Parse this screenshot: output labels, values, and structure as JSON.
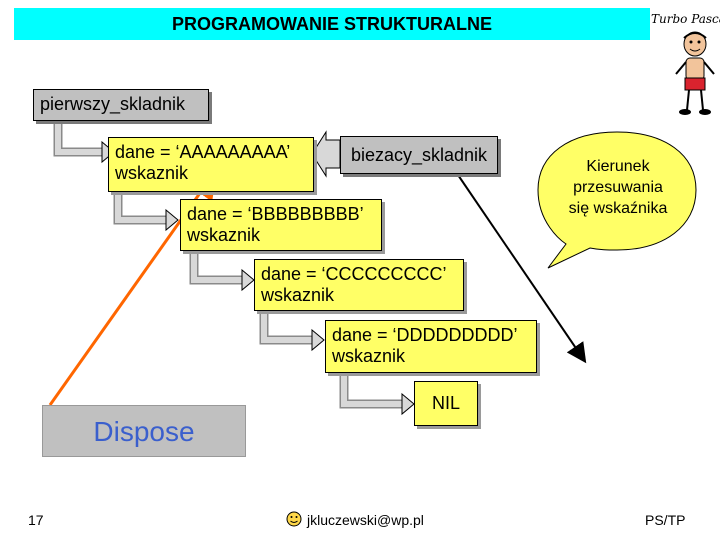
{
  "header": {
    "title": "PROGRAMOWANIE STRUKTURALNE",
    "brand": "Turbo Pascal"
  },
  "head_box": {
    "label": "pierwszy_skladnik"
  },
  "nodes": [
    {
      "data": "dane = ‘AAAAAAAAA’",
      "link": "wskaznik"
    },
    {
      "data": "dane = ‘BBBBBBBBB’",
      "link": "wskaznik"
    },
    {
      "data": "dane = ‘CCCCCCCCC’",
      "link": "wskaznik"
    },
    {
      "data": "dane = ‘DDDDDDDDD’",
      "link": "wskaznik"
    }
  ],
  "current_box": {
    "label": "biezacy_skladnik"
  },
  "nil_box": {
    "label": "NIL"
  },
  "callout": {
    "line1": "Kierunek",
    "line2": "przesuwania",
    "line3": "się wskaźnika"
  },
  "dispose_box": {
    "label": "Dispose"
  },
  "footer": {
    "page": "17",
    "email": "jkluczewski@wp.pl",
    "code": "PS/TP"
  },
  "colors": {
    "title_bg": "#00ffff",
    "node_bg": "#ffff66",
    "gray_bg": "#c0c0c0",
    "dispose_text": "#3a5fcd",
    "arrow_orange": "#ff6600"
  }
}
